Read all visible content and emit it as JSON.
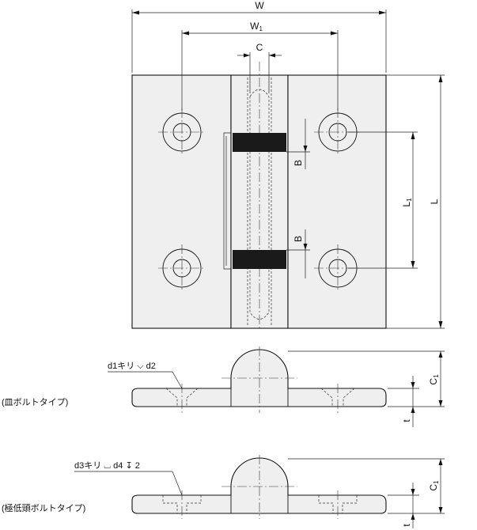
{
  "labels": {
    "W": "W",
    "W1": "W",
    "W1_sub": "1",
    "C": "C",
    "L": "L",
    "L1": "L",
    "L1_sub": "1",
    "B_upper": "B",
    "B_lower": "B",
    "C1_upper": "C",
    "C1_upper_sub": "1",
    "C1_lower": "C",
    "C1_lower_sub": "1",
    "t_upper": "t",
    "t_lower": "t"
  },
  "notes": {
    "countersunk_callout": "d1キリ ⌵ d2",
    "counterbore_callout": "d3キリ ⌴ d4 ↧ 2",
    "countersunk_type": "(皿ボルトタイプ)",
    "low_head_type": "(極低頭ボルトタイプ)"
  },
  "colors": {
    "plate_fill": "#efeff0",
    "pin_band": "#1a1a1a",
    "line": "#111111"
  }
}
